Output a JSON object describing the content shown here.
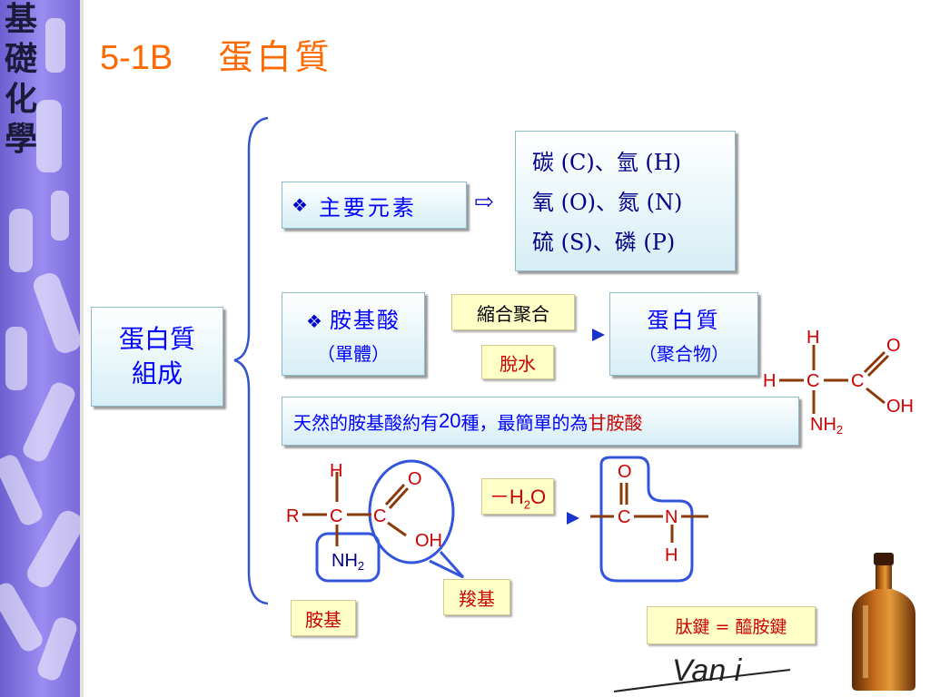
{
  "sidebar": {
    "chars": [
      "基",
      "礎",
      "化",
      "學"
    ]
  },
  "header": {
    "code": "5-1B",
    "title": "蛋白質"
  },
  "left_box": {
    "line1": "蛋白質",
    "line2": "組成"
  },
  "elements": {
    "label": "主要元素",
    "lines": [
      "碳 (C)、氫 (H)",
      "氧 (O)、氮 (N)",
      "硫 (S)、磷 (P)"
    ]
  },
  "amino": {
    "label": "胺基酸",
    "sub": "（單體）"
  },
  "reaction": {
    "top": "縮合聚合",
    "bottom": "脫水"
  },
  "protein": {
    "line1": "蛋白質",
    "line2": "（聚合物）"
  },
  "natural": {
    "prefix": "天然的胺基酸約有",
    "num": "20",
    "mid": "種，最簡單的為",
    "highlight": "甘胺酸"
  },
  "glycine": {
    "h_top": "H",
    "h_left": "H",
    "c1": "C",
    "c2": "C",
    "o": "O",
    "oh": "OH",
    "nh": "NH",
    "sub2": "2"
  },
  "generic": {
    "h": "H",
    "r": "R",
    "c1": "C",
    "c2": "C",
    "o": "O",
    "oh": "OH",
    "nh": "NH",
    "sub2": "2"
  },
  "water": {
    "prefix": "－H",
    "sub": "2",
    "suffix": "O"
  },
  "peptide_struct": {
    "o": "O",
    "c": "C",
    "n": "N",
    "h": "H"
  },
  "labels": {
    "amine": "胺基",
    "carboxyl": "羧基",
    "peptide": "肽鍵 = 醯胺鍵"
  },
  "signature": "Van i",
  "colors": {
    "title": "#ff6a00",
    "blue_text": "#0000ff",
    "red_text": "#cc0000",
    "bond": "#8b3a0a",
    "highlight_ring": "#3355dd",
    "strip": "#8a7ae0"
  }
}
